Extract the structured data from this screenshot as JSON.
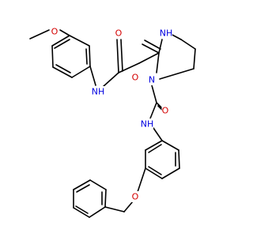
{
  "atoms": [
    {
      "id": "o_methoxy",
      "label": "O",
      "element": "O"
    },
    {
      "id": "nh_amide_left",
      "label": "NH",
      "element": "N"
    },
    {
      "id": "o_amide_left",
      "label": "O",
      "element": "O"
    },
    {
      "id": "n_piperazine_top",
      "label": "NH",
      "element": "N"
    },
    {
      "id": "o_ketone",
      "label": "O",
      "element": "O"
    },
    {
      "id": "n_piperazine_ring",
      "label": "N",
      "element": "N"
    },
    {
      "id": "o_carbamoyl",
      "label": "O",
      "element": "O"
    },
    {
      "id": "nh_carbamoyl",
      "label": "NH",
      "element": "N"
    },
    {
      "id": "o_benzyloxy",
      "label": "O",
      "element": "O"
    }
  ],
  "colors": {
    "bond": "#000000",
    "oxygen": "#d40000",
    "nitrogen": "#0000e0",
    "background": "#ffffff"
  }
}
